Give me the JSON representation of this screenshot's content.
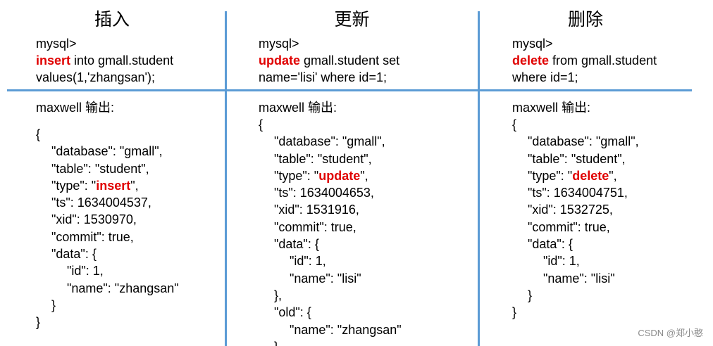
{
  "columns": [
    {
      "title": "插入",
      "sql_prompt": "mysql>",
      "sql_keyword": "insert",
      "sql_rest1": " into gmall.student",
      "sql_line3": "values(1,'zhangsan');",
      "output_label": "maxwell 输出:",
      "json_lines": [
        {
          "indent": 0,
          "text": "{"
        },
        {
          "indent": 1,
          "text": "\"database\": \"gmall\","
        },
        {
          "indent": 1,
          "text": "\"table\": \"student\","
        },
        {
          "indent": 1,
          "pre": "\"type\": \"",
          "hl": "insert",
          "post": "\","
        },
        {
          "indent": 1,
          "text": "\"ts\": 1634004537,"
        },
        {
          "indent": 1,
          "text": "\"xid\": 1530970,"
        },
        {
          "indent": 1,
          "text": "\"commit\": true,"
        },
        {
          "indent": 1,
          "text": "\"data\": {"
        },
        {
          "indent": 2,
          "text": "\"id\": 1,"
        },
        {
          "indent": 2,
          "text": "\"name\": \"zhangsan\""
        },
        {
          "indent": 1,
          "text": "}"
        },
        {
          "indent": 0,
          "text": "}"
        }
      ]
    },
    {
      "title": "更新",
      "sql_prompt": "mysql>",
      "sql_keyword": "update",
      "sql_rest1": " gmall.student set",
      "sql_line3": "name='lisi' where id=1;",
      "output_label": "maxwell 输出:",
      "json_lines": [
        {
          "indent": 0,
          "text": "{"
        },
        {
          "indent": 1,
          "text": "\"database\": \"gmall\","
        },
        {
          "indent": 1,
          "text": "\"table\": \"student\","
        },
        {
          "indent": 1,
          "pre": "\"type\": \"",
          "hl": "update",
          "post": "\","
        },
        {
          "indent": 1,
          "text": "\"ts\": 1634004653,"
        },
        {
          "indent": 1,
          "text": "\"xid\": 1531916,"
        },
        {
          "indent": 1,
          "text": "\"commit\": true,"
        },
        {
          "indent": 1,
          "text": "\"data\": {"
        },
        {
          "indent": 2,
          "text": "\"id\": 1,"
        },
        {
          "indent": 2,
          "text": "\"name\": \"lisi\""
        },
        {
          "indent": 1,
          "text": "},"
        },
        {
          "indent": 1,
          "text": "\"old\": {"
        },
        {
          "indent": 2,
          "text": "\"name\": \"zhangsan\""
        },
        {
          "indent": 1,
          "text": "}"
        }
      ]
    },
    {
      "title": "删除",
      "sql_prompt": "mysql>",
      "sql_keyword": "delete",
      "sql_rest1": " from gmall.student",
      "sql_line3": "where id=1;",
      "output_label": "maxwell 输出:",
      "json_lines": [
        {
          "indent": 0,
          "text": "{"
        },
        {
          "indent": 1,
          "text": "\"database\": \"gmall\","
        },
        {
          "indent": 1,
          "text": "\"table\": \"student\","
        },
        {
          "indent": 1,
          "pre": "\"type\": \"",
          "hl": "delete",
          "post": "\","
        },
        {
          "indent": 1,
          "text": "\"ts\": 1634004751,"
        },
        {
          "indent": 1,
          "text": "\"xid\": 1532725,"
        },
        {
          "indent": 1,
          "text": "\"commit\": true,"
        },
        {
          "indent": 1,
          "text": "\"data\": {"
        },
        {
          "indent": 2,
          "text": "\"id\": 1,"
        },
        {
          "indent": 2,
          "text": "\"name\": \"lisi\""
        },
        {
          "indent": 1,
          "text": "}"
        },
        {
          "indent": 0,
          "text": "}"
        }
      ]
    }
  ],
  "watermark": "CSDN @郑小憨",
  "colors": {
    "keyword": "#e00000",
    "divider": "#5b9bd5"
  }
}
